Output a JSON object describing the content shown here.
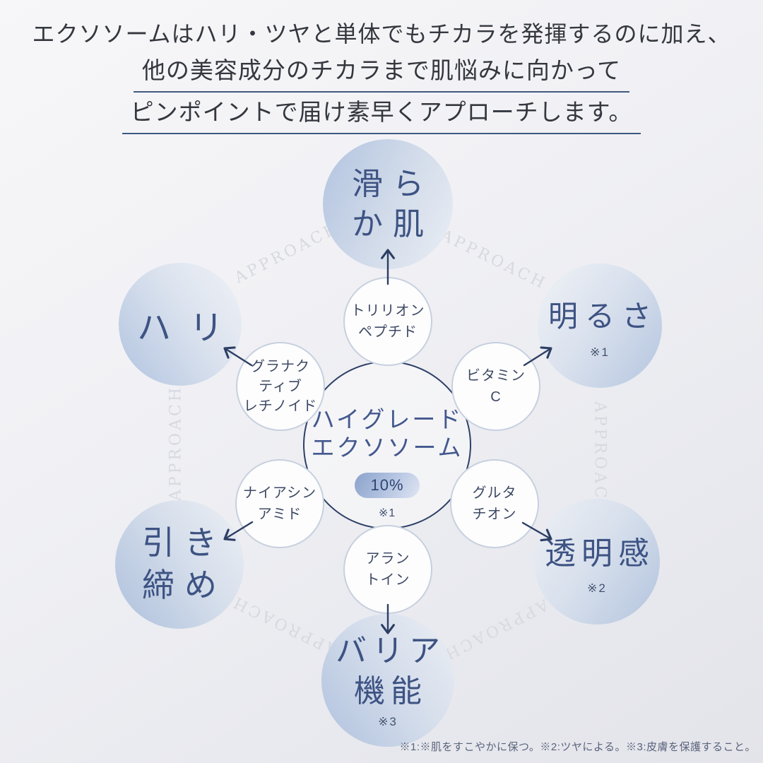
{
  "header": {
    "line1": "エクソソームはハリ・ツヤと単体でもチカラを発揮するのに加え、",
    "line2": "他の美容成分のチカラまで肌悩みに向かって",
    "line3": "ピンポイントで届け素早くアプローチします。"
  },
  "watermark": {
    "text": "APPROACH"
  },
  "center": {
    "title1": "ハイグレード",
    "title2": "エクソソーム",
    "percent": "10%",
    "note": "※1"
  },
  "effects": [
    {
      "id": "smooth-skin",
      "lines": [
        "滑ら",
        "か肌"
      ],
      "note": ""
    },
    {
      "id": "firmness",
      "lines": [
        "ハリ"
      ],
      "note": ""
    },
    {
      "id": "brightness",
      "lines": [
        "明るさ"
      ],
      "note": "※1"
    },
    {
      "id": "tightening",
      "lines": [
        "引き",
        "締め"
      ],
      "note": ""
    },
    {
      "id": "clarity",
      "lines": [
        "透明感"
      ],
      "note": "※2"
    },
    {
      "id": "barrier",
      "lines": [
        "バリア",
        "機能"
      ],
      "note": "※3"
    }
  ],
  "ingredients": [
    {
      "id": "trillion-peptide",
      "lines": [
        "トリリオン",
        "ペプチド"
      ]
    },
    {
      "id": "granactive-retinoid",
      "lines": [
        "グラナク",
        "ティブ",
        "レチノイド"
      ]
    },
    {
      "id": "vitamin-c",
      "lines": [
        "ビタミン",
        "C"
      ]
    },
    {
      "id": "niacinamide",
      "lines": [
        "ナイアシン",
        "アミド"
      ]
    },
    {
      "id": "glutathione",
      "lines": [
        "グルタ",
        "チオン"
      ]
    },
    {
      "id": "allantoin",
      "lines": [
        "アラン",
        "トイン"
      ]
    }
  ],
  "footnote": "※1:※肌をすこやかに保つ。※2:ツヤによる。※3:皮膚を保護すること。",
  "colors": {
    "accent_navy": "#2d4066",
    "effect_text": "#3d5383",
    "underline": "#40597f",
    "watermark": "#d7d9e0",
    "pill_dark": "#8ba2cb",
    "pill_light": "#dfe5f3"
  }
}
